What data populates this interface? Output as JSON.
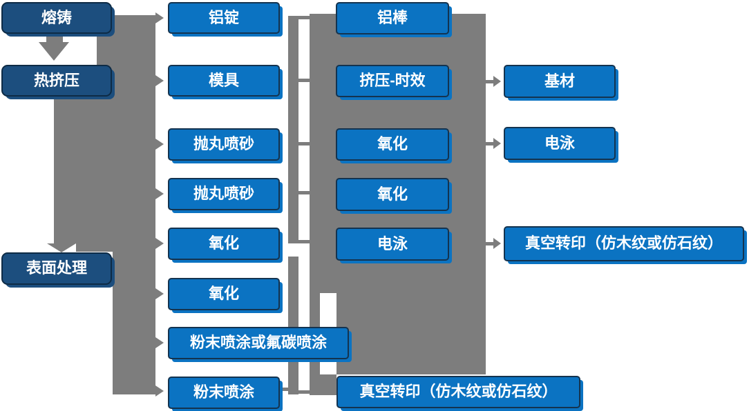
{
  "diagram": {
    "colors": {
      "dark_box": "#1C4E7E",
      "light_box": "#0B73C2",
      "connector_gray": "#7D7D7D",
      "text": "#FFFFFF"
    },
    "nodes": [
      {
        "id": "melting-casting",
        "label": "熔铸"
      },
      {
        "id": "hot-extrusion",
        "label": "热挤压"
      },
      {
        "id": "surface-treatment",
        "label": "表面处理"
      },
      {
        "id": "aluminum-ingot",
        "label": "铝锭"
      },
      {
        "id": "mold",
        "label": "模具"
      },
      {
        "id": "shot-blasting-1",
        "label": "抛丸喷砂"
      },
      {
        "id": "shot-blasting-2",
        "label": "抛丸喷砂"
      },
      {
        "id": "anodizing-1",
        "label": "氧化"
      },
      {
        "id": "anodizing-2",
        "label": "氧化"
      },
      {
        "id": "powder-or-fluorocarbon-coating",
        "label": "粉末喷涂或氟碳喷涂"
      },
      {
        "id": "powder-coating",
        "label": "粉末喷涂"
      },
      {
        "id": "aluminum-rod",
        "label": "铝棒"
      },
      {
        "id": "extrusion-aging",
        "label": "挤压-时效"
      },
      {
        "id": "anodizing-3",
        "label": "氧化"
      },
      {
        "id": "anodizing-4",
        "label": "氧化"
      },
      {
        "id": "electrophoresis-1",
        "label": "电泳"
      },
      {
        "id": "vacuum-transfer-printing-bottom",
        "label": "真空转印（仿木纹或仿石纹）"
      },
      {
        "id": "substrate",
        "label": "基材"
      },
      {
        "id": "electrophoresis-2",
        "label": "电泳"
      },
      {
        "id": "vacuum-transfer-printing-right",
        "label": "真空转印（仿木纹或仿石纹）"
      }
    ]
  }
}
